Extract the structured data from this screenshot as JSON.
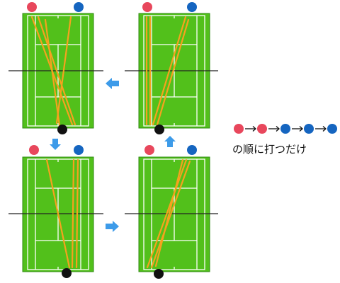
{
  "colors": {
    "court_grass": "#52c01b",
    "court_border": "#2f8a12",
    "court_lines": "#ffffff",
    "net_line": "#222222",
    "shot_line": "#f5a21e",
    "player_red": "#e8475c",
    "player_blue": "#1565c0",
    "ball_black": "#111111",
    "arrow_blue": "#3d9be9"
  },
  "legend": {
    "sequence": [
      "red",
      "red",
      "blue",
      "blue"
    ],
    "text": "の順に打つだけ"
  }
}
